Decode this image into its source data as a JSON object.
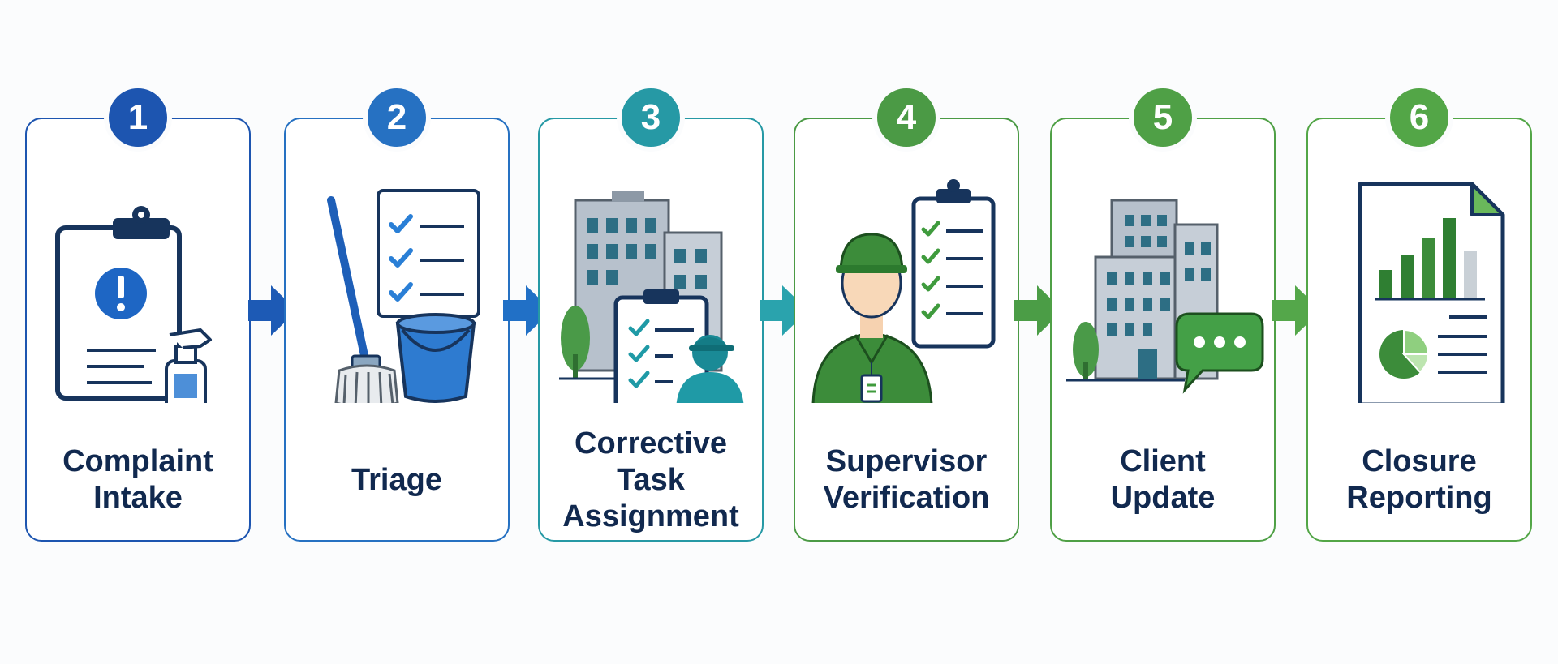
{
  "steps": [
    {
      "number": "1",
      "title": "Complaint\nIntake",
      "color": "#1d55b0",
      "icon": "clipboard-alert-spray-bottle-icon"
    },
    {
      "number": "2",
      "title": "Triage",
      "color": "#2671c2",
      "icon": "mop-bucket-checklist-icon"
    },
    {
      "number": "3",
      "title": "Corrective\nTask\nAssignment",
      "color": "#2699a5",
      "icon": "building-task-worker-icon"
    },
    {
      "number": "4",
      "title": "Supervisor\nVerification",
      "color": "#4b9a45",
      "icon": "supervisor-checklist-icon"
    },
    {
      "number": "5",
      "title": "Client\nUpdate",
      "color": "#4fa046",
      "icon": "building-chat-bubble-icon"
    },
    {
      "number": "6",
      "title": "Closure\nReporting",
      "color": "#53a647",
      "icon": "report-document-chart-icon"
    }
  ],
  "arrows": [
    {
      "color": "#1d5ab5"
    },
    {
      "color": "#2170c6"
    },
    {
      "color": "#2aa3ad"
    },
    {
      "color": "#4b9d46"
    },
    {
      "color": "#54a74a"
    }
  ]
}
